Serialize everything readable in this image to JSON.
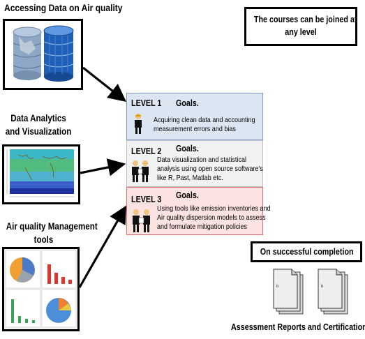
{
  "access_title": "Accessing Data on Air quality",
  "analytics_title": [
    "Data Analytics",
    "and Visualization"
  ],
  "aqm_title": [
    "Air quality Management",
    "tools"
  ],
  "courses_note": [
    "The courses can be joined at",
    "any level"
  ],
  "levels": [
    {
      "label": "LEVEL 1",
      "goals": "Goals.",
      "desc": [
        "Acquiring clean data and accounting",
        "measurement errors and bias"
      ],
      "bg": "#dce6f2"
    },
    {
      "label": "LEVEL 2",
      "goals": "Goals.",
      "desc": [
        "Data visualization and statistical",
        "analysis using open source software's",
        "like R, Past, Matlab etc."
      ],
      "bg": "#f2f2f2"
    },
    {
      "label": "LEVEL 3",
      "goals": "Goals.",
      "desc": [
        "Using tools like emission inventories and",
        "Air quality dispersion models to assess",
        "and formulate mitigation policies"
      ],
      "bg": "#fde2e2"
    }
  ],
  "completion_label": "On successful completion",
  "assessment_caption": "Assessment Reports and Certification",
  "icons": [
    "database-icon",
    "world-map-icon",
    "dashboard-icon",
    "person-icon",
    "people-icon",
    "document-stack-icon"
  ]
}
